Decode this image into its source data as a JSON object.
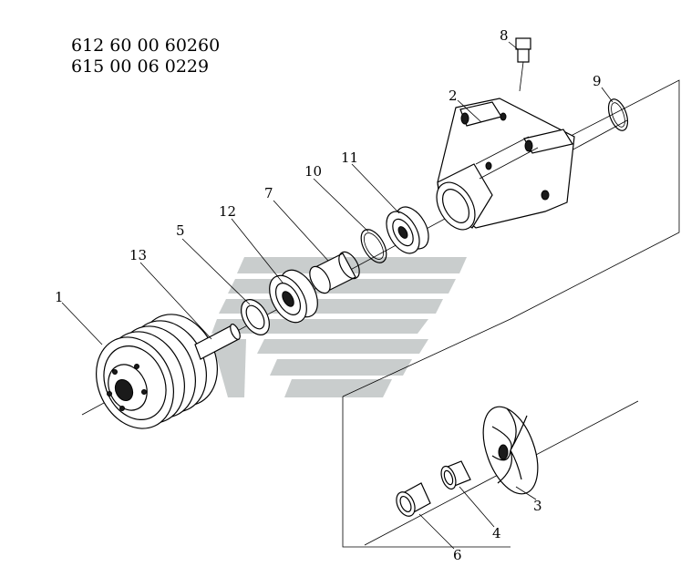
{
  "header": {
    "part_numbers": [
      "612 60 00 60260",
      "615 00 06 0229"
    ]
  },
  "callouts": {
    "c1": "1",
    "c2": "2",
    "c3": "3",
    "c4": "4",
    "c5": "5",
    "c6": "6",
    "c7": "7",
    "c8": "8",
    "c9": "9",
    "c10": "10",
    "c11": "11",
    "c12": "12",
    "c13": "13"
  },
  "palette": {
    "ink": "#000000",
    "watermark": "#bfc4c4",
    "background": "#ffffff"
  }
}
